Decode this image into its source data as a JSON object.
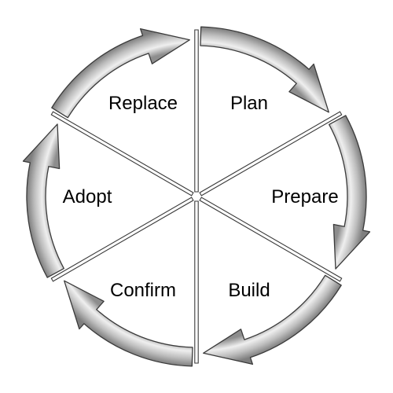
{
  "diagram": {
    "stages": [
      {
        "label": "Plan"
      },
      {
        "label": "Prepare"
      },
      {
        "label": "Build"
      },
      {
        "label": "Confirm"
      },
      {
        "label": "Adopt"
      },
      {
        "label": "Replace"
      }
    ]
  },
  "colors": {
    "arrow_light": "#f4f4f4",
    "arrow_mid": "#c2c2c2",
    "arrow_dark": "#8a8a8a",
    "outline": "#3a3a3a",
    "divider_fill": "#ffffff",
    "text": "#000000",
    "background": "#ffffff"
  }
}
